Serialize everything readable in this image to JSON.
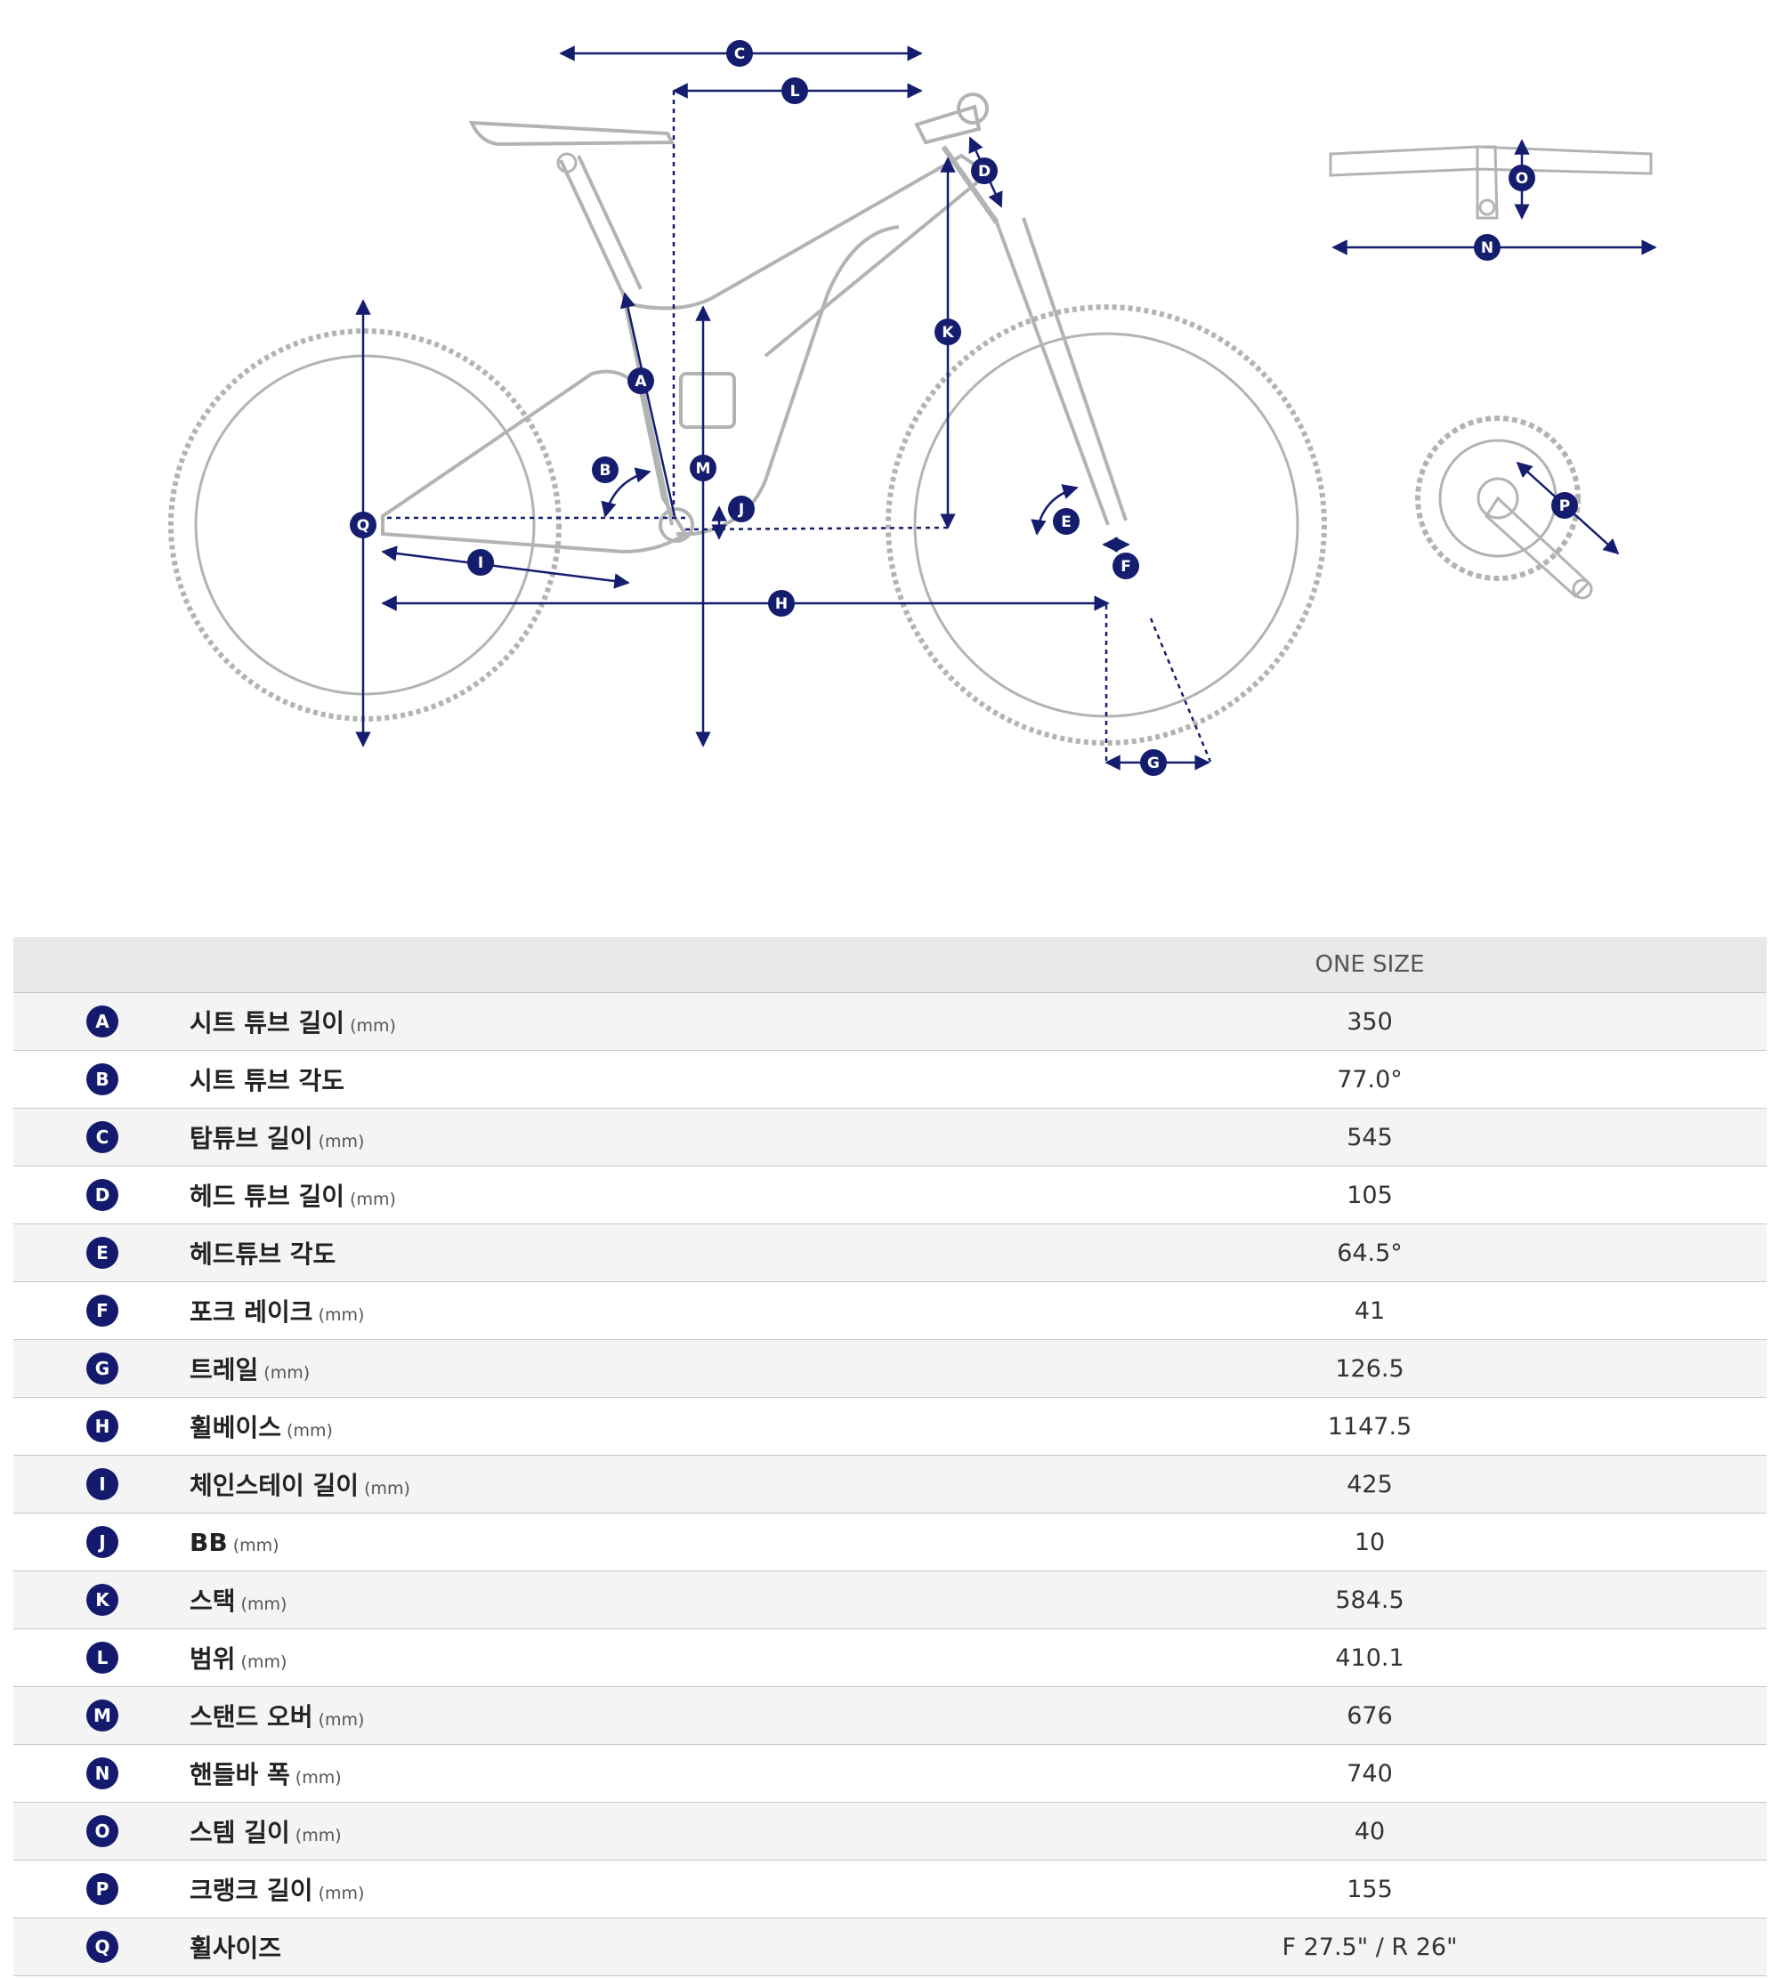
{
  "diagram": {
    "line_color": "#151d6f",
    "frame_color": "#b5b5b5",
    "markers": [
      "A",
      "B",
      "C",
      "D",
      "E",
      "F",
      "G",
      "H",
      "I",
      "J",
      "K",
      "L",
      "M",
      "N",
      "O",
      "P",
      "Q"
    ]
  },
  "table": {
    "header": {
      "label": "",
      "size": "ONE SIZE"
    },
    "rows": [
      {
        "key": "A",
        "name": "시트 튜브 길이",
        "unit": "(mm)",
        "value": "350"
      },
      {
        "key": "B",
        "name": "시트 튜브 각도",
        "unit": "",
        "value": "77.0°"
      },
      {
        "key": "C",
        "name": "탑튜브 길이",
        "unit": "(mm)",
        "value": "545"
      },
      {
        "key": "D",
        "name": "헤드 튜브 길이",
        "unit": "(mm)",
        "value": "105"
      },
      {
        "key": "E",
        "name": "헤드튜브 각도",
        "unit": "",
        "value": "64.5°"
      },
      {
        "key": "F",
        "name": "포크 레이크",
        "unit": "(mm)",
        "value": "41"
      },
      {
        "key": "G",
        "name": "트레일",
        "unit": "(mm)",
        "value": "126.5"
      },
      {
        "key": "H",
        "name": "휠베이스",
        "unit": "(mm)",
        "value": "1147.5"
      },
      {
        "key": "I",
        "name": "체인스테이 길이",
        "unit": "(mm)",
        "value": "425"
      },
      {
        "key": "J",
        "name": "BB",
        "unit": "(mm)",
        "value": "10"
      },
      {
        "key": "K",
        "name": "스택",
        "unit": "(mm)",
        "value": "584.5"
      },
      {
        "key": "L",
        "name": "범위",
        "unit": "(mm)",
        "value": "410.1"
      },
      {
        "key": "M",
        "name": "스탠드 오버",
        "unit": "(mm)",
        "value": "676"
      },
      {
        "key": "N",
        "name": "핸들바 폭",
        "unit": "(mm)",
        "value": "740"
      },
      {
        "key": "O",
        "name": "스템 길이",
        "unit": "(mm)",
        "value": "40"
      },
      {
        "key": "P",
        "name": "크랭크 길이",
        "unit": "(mm)",
        "value": "155"
      },
      {
        "key": "Q",
        "name": "휠사이즈",
        "unit": "",
        "value": "F 27.5\" / R 26\""
      }
    ]
  }
}
